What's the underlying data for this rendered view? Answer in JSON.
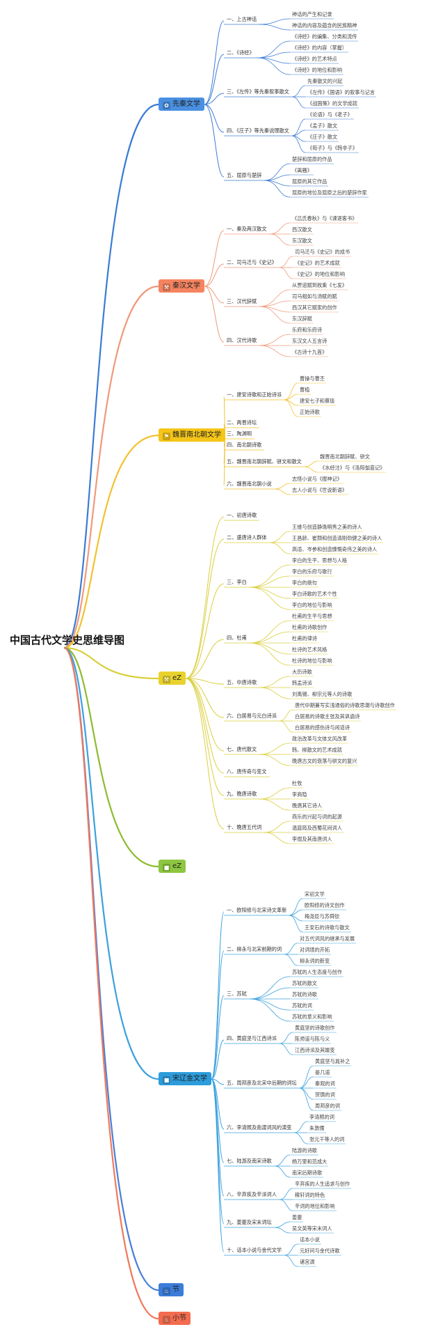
{
  "root": "中国古代文学史思维导图",
  "branches": [
    {
      "label": "先秦文学",
      "color": "#3a7bd5",
      "bg": "#4a90e2",
      "icon": "lotus-icon",
      "children": [
        {
          "label": "一、上古神话",
          "items": [
            "神话的产生和记录",
            "神话的内容及蕴含的民族精神"
          ]
        },
        {
          "label": "二、《诗经》",
          "items": [
            "《诗经》的编集、分类和流传",
            "《诗经》的内容（掌握）",
            "《诗经》的艺术特点",
            "《诗经》的地位和影响"
          ]
        },
        {
          "label": "三、《左传》等先秦叙事散文",
          "items": [
            "先秦散文的兴起",
            "《左传》《国语》的叙事与记言",
            "《战国策》的文学成就"
          ]
        },
        {
          "label": "四、《庄子》等先秦说理散文",
          "items": [
            "《论语》与《老子》",
            "《孟子》散文",
            "《庄子》散文",
            "《荀子》与《韩非子》"
          ]
        },
        {
          "label": "五、屈原与楚辞",
          "items": [
            "楚辞和屈原的作品",
            "《离骚》",
            "屈原的其它作品",
            "屈原的地位及屈原之后的楚辞作家"
          ]
        }
      ]
    },
    {
      "label": "秦汉文学",
      "color": "#f0997a",
      "bg": "#f4845f",
      "icon": "tools-icon",
      "children": [
        {
          "label": "一、秦及两汉散文",
          "items": [
            "《吕氏春秋》与《谏逐客书》",
            "西汉散文",
            "东汉散文"
          ]
        },
        {
          "label": "二、司马迁与《史记》",
          "items": [
            "司马迁与《史记》的成书",
            "《史记》的艺术成就",
            "《史记》的地位和影响"
          ]
        },
        {
          "label": "三、汉代辞赋",
          "items": [
            "从贾谊赋到枚乘《七发》",
            "司马相如与汤赋的赋",
            "西汉其它赋家的创作",
            "东汉辞赋"
          ]
        },
        {
          "label": "四、汉代诗歌",
          "items": [
            "乐府和乐府诗",
            "东汉文人五言诗",
            "《古诗十九首》"
          ]
        }
      ]
    },
    {
      "label": "魏晋南北朝文学",
      "color": "#f2c12e",
      "bg": "#f5c518",
      "icon": "flag-icon",
      "children": [
        {
          "label": "一、建安诗歌和正始诗派",
          "items": [
            "曹操与曹丕",
            "曹植",
            "建安七子和蔡琰",
            "正始诗歌"
          ]
        },
        {
          "label": "二、两晋诗坛",
          "items": []
        },
        {
          "label": "三、陶渊明",
          "items": []
        },
        {
          "label": "四、南北朝诗歌",
          "items": []
        },
        {
          "label": "五、魏晋南北朝辞赋、骈文和散文",
          "items": [
            "魏晋南北朝辞赋、骈文",
            "《水经注》与《洛阳伽蓝记》"
          ]
        },
        {
          "label": "六、魏晋南北朝小说",
          "items": [
            "志怪小说与《搜神记》",
            "志人小说与《世说新语》"
          ]
        }
      ]
    },
    {
      "label": "eZ",
      "color": "#d9cf3a",
      "bg": "#e9d22e",
      "icon": "tools-icon",
      "children": [
        {
          "label": "一、初唐诗歌",
          "items": []
        },
        {
          "label": "二、盛唐诗人群体",
          "items": [
            "王维与创造静逸明秀之美的诗人",
            "王昌龄、崔颢和创造清刚劲健之美的诗人",
            "高适、岑参和创造慷慨奇伟之美的诗人"
          ]
        },
        {
          "label": "三、李白",
          "items": [
            "李白的生平、思想与人格",
            "李白的乐府与歌行",
            "李白的绝句",
            "李白诗歌的艺术个性",
            "李白的地位与影响"
          ]
        },
        {
          "label": "四、杜甫",
          "items": [
            "杜甫的生平与思想",
            "杜甫的诗歌创作",
            "杜甫的律诗",
            "杜诗的艺术风格",
            "杜诗的地位与影响"
          ]
        },
        {
          "label": "五、中唐诗歌",
          "items": [
            "大历诗歌",
            "韩孟诗派",
            "刘禹锡、柳宗元等人的诗歌"
          ]
        },
        {
          "label": "六、白居易与元白诗派",
          "items": [
            "唐代中期兼写实浅通俗的诗歌思潮与诗歌创作",
            "白居易的诗歌主张及其讽谕诗",
            "白居易的感伤诗与闲适诗"
          ]
        },
        {
          "label": "七、唐代散文",
          "items": [
            "政治改革与文体文风改革",
            "韩、柳散文的艺术成就",
            "晚唐古文的衰落与骈文的复兴"
          ]
        },
        {
          "label": "八、唐传奇与变文",
          "items": []
        },
        {
          "label": "九、晚唐诗歌",
          "items": [
            "杜牧",
            "李商隐",
            "晚唐其它诗人"
          ]
        },
        {
          "label": "十、晚唐五代词",
          "items": [
            "燕乐的兴起与词的起源",
            "温庭筠及西蜀花间词人",
            "李煜及其南唐词人"
          ]
        }
      ]
    },
    {
      "label": "eZ",
      "color": "#8dbb2e",
      "bg": "#8dc63f",
      "icon": "square-icon",
      "children": []
    },
    {
      "label": "宋辽金文学",
      "color": "#3aa0dd",
      "bg": "#2d9cdb",
      "icon": "square-icon",
      "children": [
        {
          "label": "一、欧阳修与北宋诗文革新",
          "items": [
            "宋初文学",
            "欧阳修的诗文创作",
            "梅尧臣与苏舜钦",
            "王安石的诗歌与散文"
          ]
        },
        {
          "label": "二、柳永与北宋前期的词",
          "items": [
            "对五代词风的继承与发展",
            "对词境的开拓",
            "柳永词的新变"
          ]
        },
        {
          "label": "三、苏轼",
          "items": [
            "苏轼的人生态度与创作",
            "苏轼的散文",
            "苏轼的诗歌",
            "苏轼的词",
            "苏轼的意义和影响"
          ]
        },
        {
          "label": "四、黄庭坚与江西诗派",
          "items": [
            "黄庭坚的诗歌创作",
            "陈师道与陈与义",
            "江西诗派及其嬗变"
          ]
        },
        {
          "label": "五、周邦彦及北宋中后期的词坛",
          "items": [
            "黄庭坚与晁补之",
            "晏几道",
            "秦观的词",
            "贺铸的词",
            "周邦彦的词"
          ]
        },
        {
          "label": "六、李清照及南渡词风的演变",
          "items": [
            "李清照的词",
            "朱敦儒",
            "张元干等人的词"
          ]
        },
        {
          "label": "七、陆游及南宋诗歌",
          "items": [
            "陆游的诗歌",
            "杨万里和范成大",
            "南宋后期诗歌"
          ]
        },
        {
          "label": "八、辛弃疾及辛派词人",
          "items": [
            "辛弃疾的人生追求与创作",
            "稼轩词的特色",
            "辛词的地位和影响"
          ]
        },
        {
          "label": "九、姜夔及宋末词坛",
          "items": [
            "姜夔",
            "吴文英等宋末词人"
          ]
        },
        {
          "label": "十、话本小说与金代文学",
          "items": [
            "话本小说",
            "元好问与金代诗歌",
            "诸宫调"
          ]
        }
      ]
    },
    {
      "label": "节",
      "color": "#4a7fd8",
      "bg": "#3b7dd8",
      "icon": "fire-icon",
      "children": []
    },
    {
      "label": "小节",
      "color": "#f07a5c",
      "bg": "#f36c4f",
      "icon": "fire-icon",
      "children": []
    }
  ]
}
